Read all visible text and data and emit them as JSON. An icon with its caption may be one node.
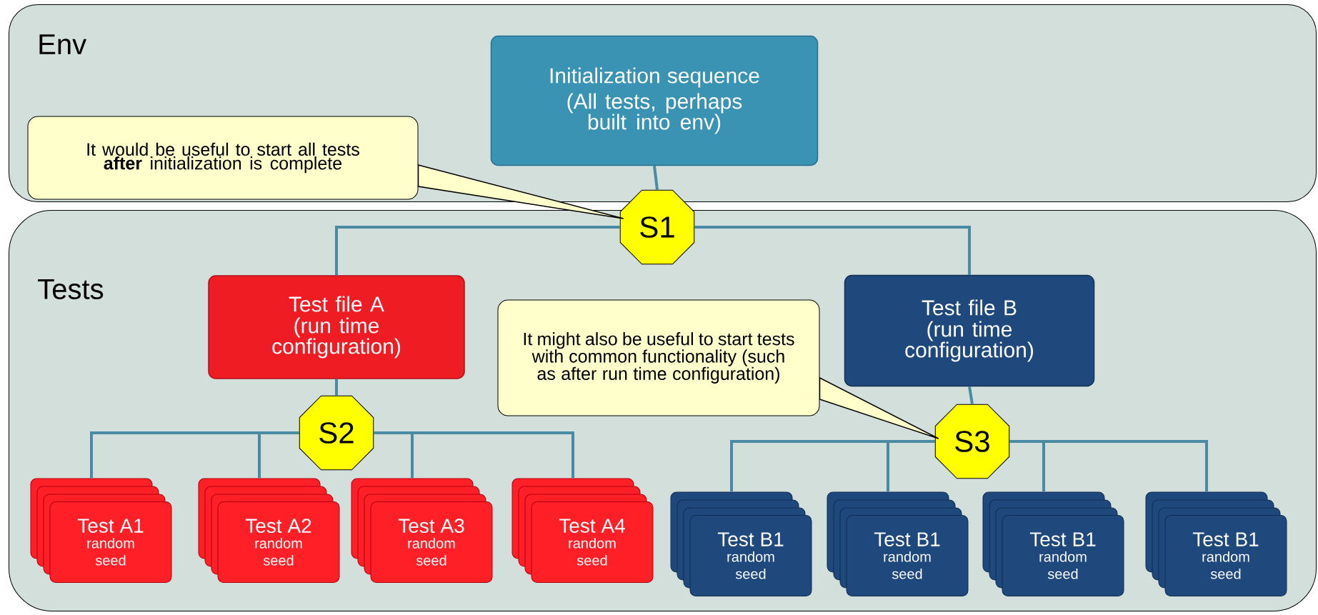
{
  "diagram": {
    "nodes": [
      {
        "text": [
          "Env"
        ]
      },
      {
        "text": [
          "Initialization sequence",
          "(All tests, perhaps built into env)"
        ],
        "in": 0
      },
      {
        "text": [
          "It would be useful to start all tests **after** initialization is complete"
        ],
        "in": 0
      },
      {
        "text": [
          "S1"
        ]
      },
      {
        "text": [
          "Tests"
        ]
      },
      {
        "text": [
          "Test file A",
          "(run time configuration)"
        ],
        "in": 4
      },
      {
        "text": [
          "It might also be useful to start tests with common functionality (such as after run time configuration)"
        ],
        "in": 4
      },
      {
        "text": [
          "Test file B",
          "(run time configuration)"
        ],
        "in": 4
      },
      {
        "text": [
          "S2"
        ],
        "in": 4
      },
      {
        "text": [
          "S3"
        ],
        "in": 4
      },
      {
        "text": [
          "Test A1",
          "random seed"
        ],
        "in": 4
      },
      {
        "text": [
          "Test A2",
          "random seed"
        ],
        "in": 4
      },
      {
        "text": [
          "Test A3",
          "random seed"
        ],
        "in": 4
      },
      {
        "text": [
          "Test A4",
          "random seed"
        ],
        "in": 4
      },
      {
        "text": [
          "Test B1",
          "random seed"
        ],
        "in": 4
      },
      {
        "text": [
          "Test B1",
          "random seed"
        ],
        "in": 4
      },
      {
        "text": [
          "Test B1",
          "random seed"
        ],
        "in": 4
      },
      {
        "text": [
          "Test B1",
          "random seed"
        ],
        "in": 4
      }
    ],
    "edges": [
      {
        "from": 1,
        "to": 3,
        "arrow": "none"
      },
      {
        "from": 2,
        "to": 3,
        "arrow": "none",
        "color": "#000000"
      },
      {
        "from": 3,
        "to": 5,
        "arrow": "none"
      },
      {
        "from": 3,
        "to": 7,
        "arrow": "none"
      },
      {
        "from": 5,
        "to": 8,
        "arrow": "none"
      },
      {
        "from": 7,
        "to": 9,
        "arrow": "none"
      },
      {
        "from": 6,
        "to": 9,
        "arrow": "none",
        "color": "#000000"
      },
      {
        "from": 8,
        "to": 10,
        "arrow": "none"
      },
      {
        "from": 8,
        "to": 11,
        "arrow": "none"
      },
      {
        "from": 8,
        "to": 12,
        "arrow": "none"
      },
      {
        "from": 8,
        "to": 13,
        "arrow": "none"
      },
      {
        "from": 9,
        "to": 14,
        "arrow": "none"
      },
      {
        "from": 9,
        "to": 15,
        "arrow": "none"
      },
      {
        "from": 9,
        "to": 16,
        "arrow": "none"
      },
      {
        "from": 9,
        "to": 17,
        "arrow": "none"
      }
    ]
  }
}
